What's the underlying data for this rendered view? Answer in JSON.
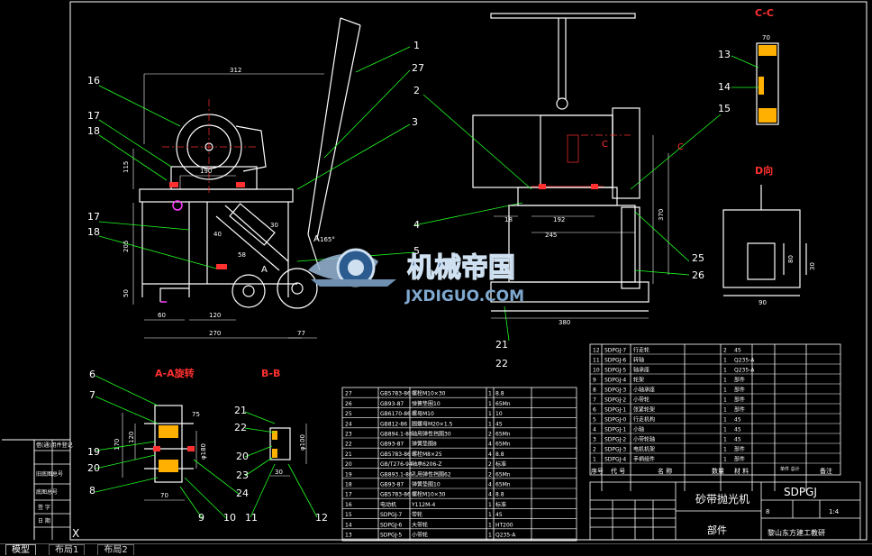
{
  "sheet": {
    "section_cc": "C-C",
    "section_d": "D向",
    "section_aa": "A-A旋转",
    "section_bb": "B-B",
    "balloons": {
      "b1": "1",
      "b2": "2",
      "b3": "3",
      "b4": "4",
      "b5": "5",
      "b6": "6",
      "b7": "7",
      "b8": "8",
      "b9": "9",
      "b10": "10",
      "b11": "11",
      "b12": "12",
      "b13": "13",
      "b14": "14",
      "b15": "15",
      "b16": "16",
      "b17a": "17",
      "b18a": "18",
      "b17b": "17",
      "b18b": "18",
      "b19": "19",
      "b20": "20",
      "b20b": "20",
      "b21": "21",
      "b22": "22",
      "b21b": "21",
      "b22b": "22",
      "b23": "23",
      "b24": "24",
      "b25": "25",
      "b26": "26",
      "b27": "27"
    },
    "dims": {
      "d312": "312",
      "d190": "190",
      "d115": "115",
      "d50": "50",
      "d60": "60",
      "d120": "120",
      "d270": "270",
      "d77": "77",
      "d205": "205",
      "d40": "40",
      "d30": "30",
      "d165": "165°",
      "d58": "58",
      "d18": "18",
      "d192": "192",
      "d245": "245",
      "d380": "380",
      "d370": "370",
      "d70": "70",
      "d90": "90",
      "d80": "80",
      "d30b": "30",
      "d75": "75",
      "d170": "170",
      "d120b": "120",
      "d180": "φ180",
      "d70b": "70",
      "d100": "φ100",
      "d30c": "30"
    },
    "section_marks": {
      "a1": "A",
      "a2": "A",
      "c1": "C",
      "c2": "C"
    }
  },
  "watermark": {
    "cn": "机械帝国",
    "en": "JXDIGUO.COM"
  },
  "bom_left": [
    [
      "27",
      "GB5783-86",
      "螺栓M10×30",
      "1",
      "8.8"
    ],
    [
      "26",
      "GB93-87",
      "弹簧垫圈10",
      "1",
      "65Mn"
    ],
    [
      "25",
      "GB6170-86",
      "螺母M10",
      "1",
      "10"
    ],
    [
      "24",
      "GB812-86",
      "圆螺母M20×1.5",
      "1",
      "45"
    ],
    [
      "23",
      "GB894.1-86",
      "轴用弹性挡圈30",
      "2",
      "65Mn"
    ],
    [
      "22",
      "GB93-87",
      "弹簧垫圈8",
      "4",
      "65Mn"
    ],
    [
      "21",
      "GB5783-86",
      "螺栓M8×25",
      "4",
      "8.8"
    ],
    [
      "20",
      "GB/T276-94",
      "轴承6206-Z",
      "2",
      "标准"
    ],
    [
      "19",
      "GB893.1-86",
      "孔用弹性挡圈62",
      "2",
      "65Mn"
    ],
    [
      "18",
      "GB93-87",
      "弹簧垫圈10",
      "4",
      "65Mn"
    ],
    [
      "17",
      "GB5783-86",
      "螺栓M10×30",
      "4",
      "8.8"
    ],
    [
      "16",
      "电动机",
      "Y112M-4",
      "1",
      "标准"
    ],
    [
      "15",
      "SDPGJ-7",
      "带轮",
      "1",
      "45"
    ],
    [
      "14",
      "SDPGJ-6",
      "大带轮",
      "1",
      "HT200"
    ],
    [
      "13",
      "SDPGJ-5",
      "小带轮",
      "1",
      "Q235-A"
    ]
  ],
  "bom_right": [
    [
      "12",
      "SDPGJ-7",
      "行走轮",
      "2",
      "45"
    ],
    [
      "11",
      "SDPGJ-6",
      "转轴",
      "1",
      "Q235-A"
    ],
    [
      "10",
      "SDPGJ-5",
      "轴承座",
      "1",
      "Q235-A"
    ],
    [
      "9",
      "SDPGJ-4",
      "轮架",
      "1",
      "部件"
    ],
    [
      "8",
      "SDPGJ-3",
      "小轴承座",
      "1",
      "部件"
    ],
    [
      "7",
      "SDPGJ-2",
      "小带轮",
      "1",
      "部件"
    ],
    [
      "6",
      "SDPGJ-1",
      "张紧轮架",
      "1",
      "部件"
    ],
    [
      "5",
      "SDPGJ-0",
      "行走机构",
      "1",
      "45"
    ],
    [
      "4",
      "SDPGJ-1",
      "小轴",
      "1",
      "45"
    ],
    [
      "3",
      "SDPGJ-2",
      "小带轮轴",
      "1",
      "45"
    ],
    [
      "2",
      "SDPGJ-3",
      "电机机架",
      "1",
      "部件"
    ],
    [
      "1",
      "SDPGJ-4",
      "手柄组件",
      "1",
      "部件"
    ]
  ],
  "bom_header": {
    "no": "序号",
    "code": "代 号",
    "name": "名 称",
    "qty": "数量",
    "material": "材 料",
    "weight": "单件 总计",
    "remark": "备注"
  },
  "titleblock": {
    "name": "砂带抛光机",
    "code": "SDPGJ",
    "type": "部件",
    "school": "黎山东方建工教研",
    "scale": "1:4",
    "sheet": "8"
  },
  "left_labels": [
    "借(通)用件登记",
    "旧底图总号",
    "底图总号",
    "签 字",
    "日 期"
  ],
  "status": {
    "mark": "X",
    "tabs": [
      "模型",
      "布局1",
      "布局2"
    ]
  }
}
